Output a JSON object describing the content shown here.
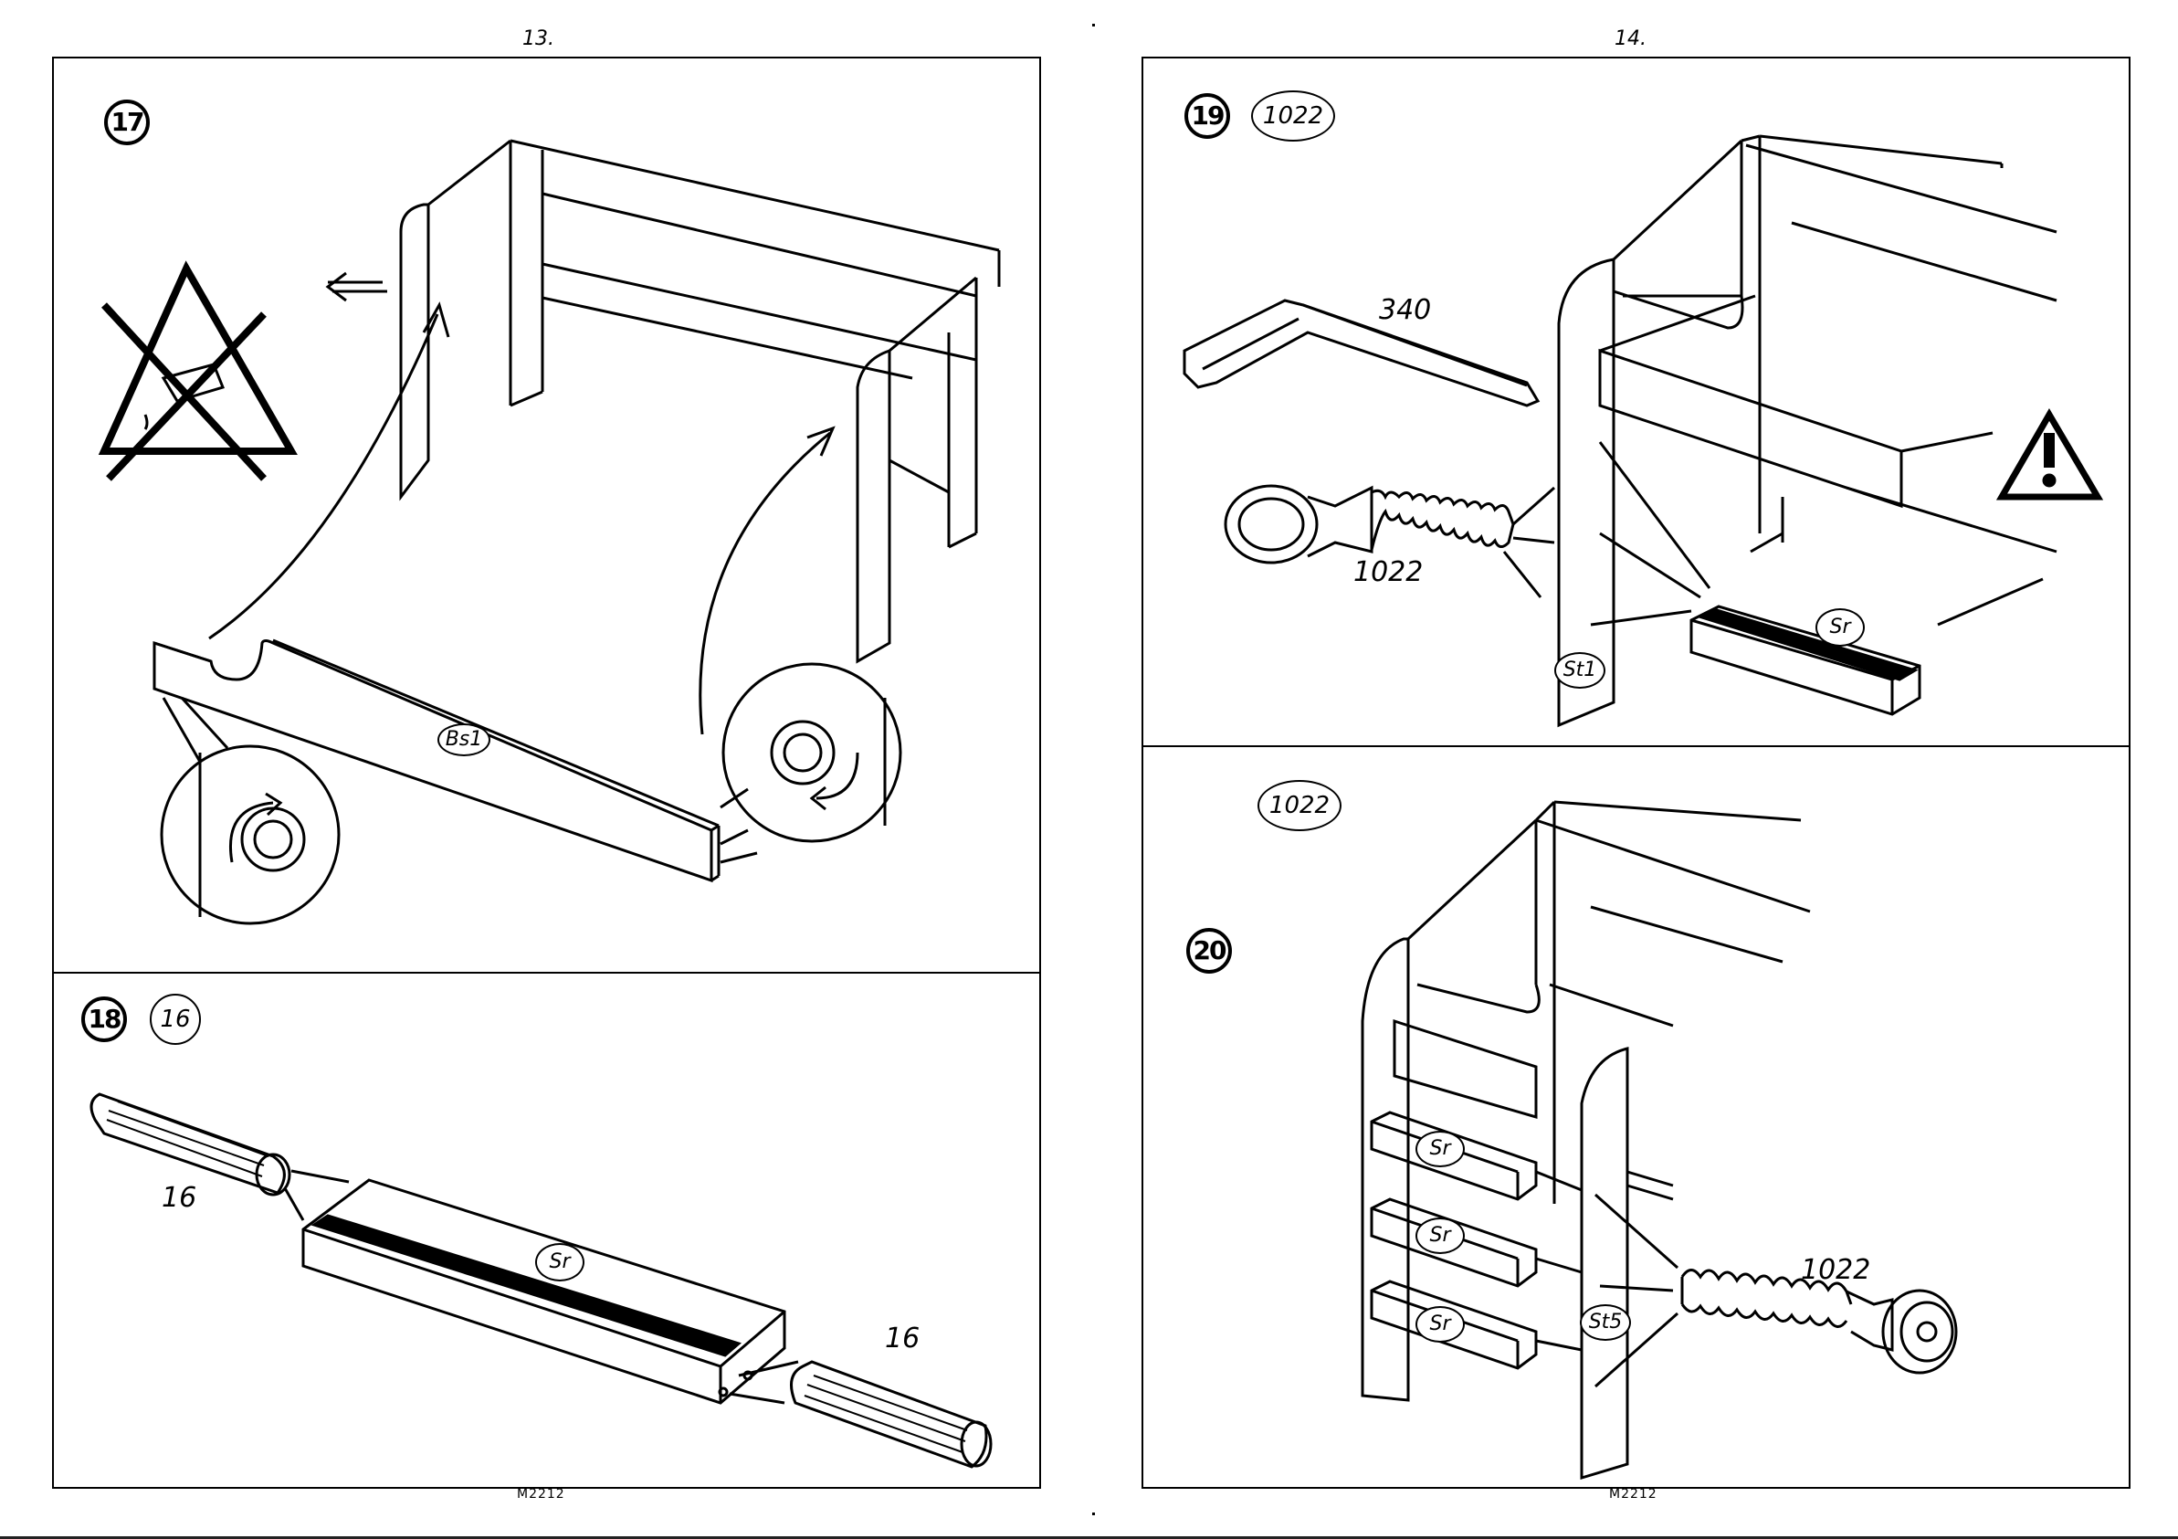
{
  "pages": {
    "left": {
      "number": "13.",
      "code": "M2212"
    },
    "right": {
      "number": "14.",
      "code": "M2212"
    }
  },
  "steps": {
    "s17": {
      "number": "17",
      "part_labels": {
        "rail": "Bs1"
      }
    },
    "s18": {
      "number": "18",
      "part_ref": "16",
      "callouts": {
        "dowel_left": "16",
        "dowel_right": "16"
      },
      "part_labels": {
        "rung": "Sr"
      }
    },
    "s19": {
      "number": "19",
      "part_ref": "1022",
      "callouts": {
        "key": "340",
        "bolt": "1022"
      },
      "part_labels": {
        "rung": "Sr",
        "post": "St1"
      }
    },
    "s20": {
      "number": "20",
      "part_ref": "1022",
      "callouts": {
        "bolt": "1022"
      },
      "part_labels": {
        "rung_1": "Sr",
        "rung_2": "Sr",
        "rung_3": "Sr",
        "post": "St5"
      }
    }
  },
  "icons": {
    "no_glue": "no-glue-warning-icon",
    "warning": "warning-triangle-icon",
    "rotate_cw": "rotate-clockwise-icon",
    "rotate_ccw": "rotate-counterclockwise-icon"
  }
}
